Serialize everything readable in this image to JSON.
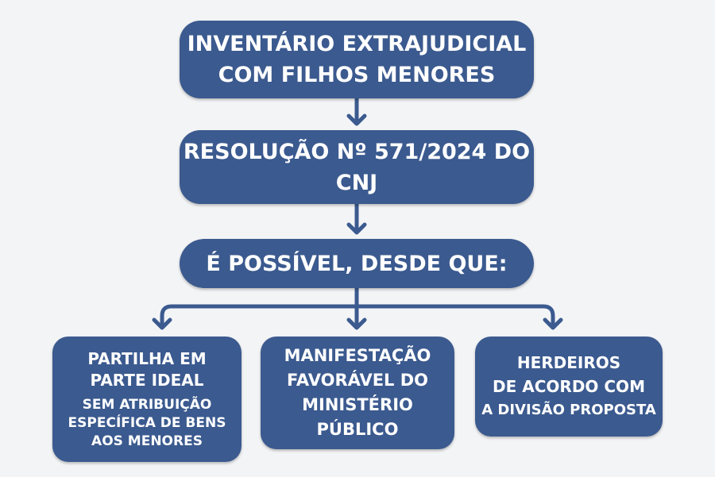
{
  "title": {
    "lines": [
      "INVENTÁRIO EXTRAJUDICIAL",
      "COM FILHOS MENORES"
    ]
  },
  "resolution": {
    "lines": [
      "RESOLUÇÃO Nº 571/2024 DO",
      "CNJ"
    ]
  },
  "condition": {
    "label": "É POSSÍVEL, DESDE QUE:"
  },
  "requirements": [
    {
      "lines": [
        "PARTILHA EM",
        "PARTE IDEAL"
      ],
      "sub_lines": [
        "SEM ATRIBUIÇÃO",
        "ESPECÍFICA DE BENS",
        "AOS MENORES"
      ]
    },
    {
      "lines": [
        "MANIFESTAÇÃO",
        "FAVORÁVEL DO",
        "MINISTÉRIO",
        "PÚBLICO"
      ]
    },
    {
      "lines": [
        "HERDEIROS",
        "DE ACORDO COM",
        "A DIVISÃO PROPOSTA"
      ]
    }
  ],
  "colors": {
    "box_fill": "#3b5a8f",
    "text": "#ffffff",
    "connector": "#3b5a8f",
    "background": "#f3f4f6"
  }
}
